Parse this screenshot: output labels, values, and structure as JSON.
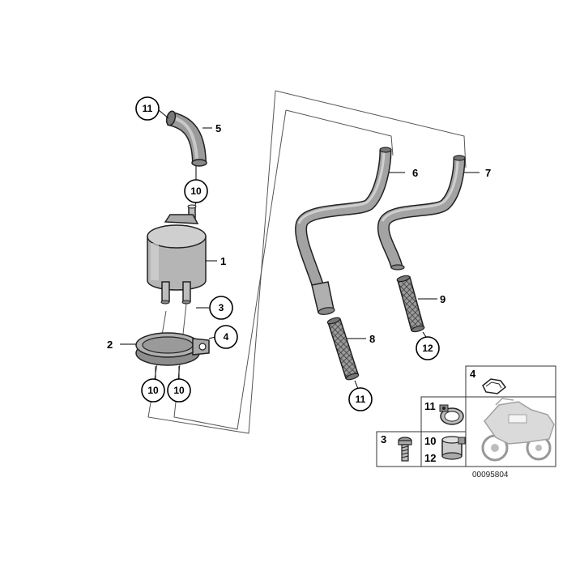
{
  "diagram": {
    "callouts": {
      "c1": "1",
      "c2": "2",
      "c5": "5",
      "c6": "6",
      "c7": "7",
      "c8": "8",
      "c9": "9"
    },
    "circled": {
      "top_11": "11",
      "top_10": "10",
      "c3": "3",
      "c4": "4",
      "bottom_10_left": "10",
      "bottom_10_right": "10",
      "hose_11": "11",
      "hose_12": "12"
    },
    "legend": {
      "n4": "4",
      "n11": "11",
      "n3": "3",
      "n10": "10",
      "n12": "12"
    },
    "reference_code": "00095804"
  }
}
